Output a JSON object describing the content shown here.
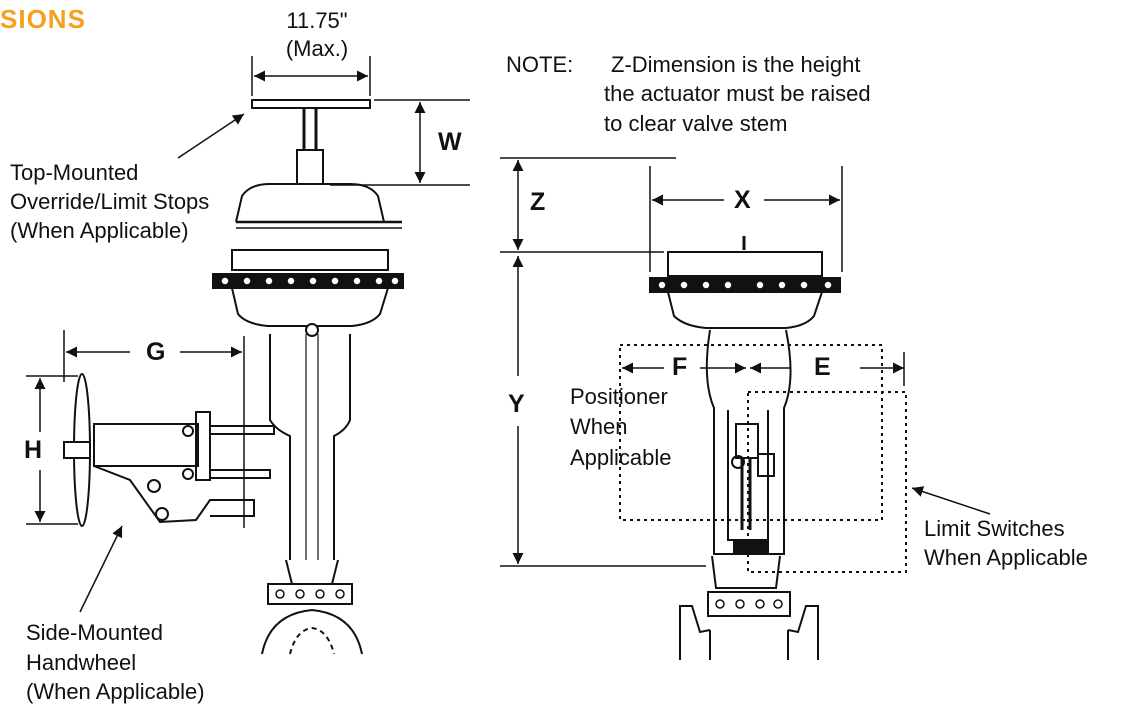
{
  "title": "SIONS",
  "colors": {
    "title": "#f5a01e",
    "ink": "#111111",
    "paper": "#ffffff"
  },
  "top_width": {
    "value": "11.75\"",
    "note": "(Max.)"
  },
  "note": {
    "prefix": "NOTE:",
    "lines": [
      "Z-Dimension is the height",
      "the actuator must be raised",
      "to clear valve stem"
    ]
  },
  "dimensions": {
    "W": "W",
    "Z": "Z",
    "X": "X",
    "G": "G",
    "H": "H",
    "Y": "Y",
    "F": "F",
    "E": "E"
  },
  "callouts": {
    "top_mounted": [
      "Top-Mounted",
      "Override/Limit Stops",
      "(When Applicable)"
    ],
    "side_mounted": [
      "Side-Mounted",
      "Handwheel",
      "(When Applicable)"
    ],
    "positioner": [
      "Positioner",
      "When",
      "Applicable"
    ],
    "limit_switches": [
      "Limit Switches",
      "When Applicable"
    ]
  }
}
